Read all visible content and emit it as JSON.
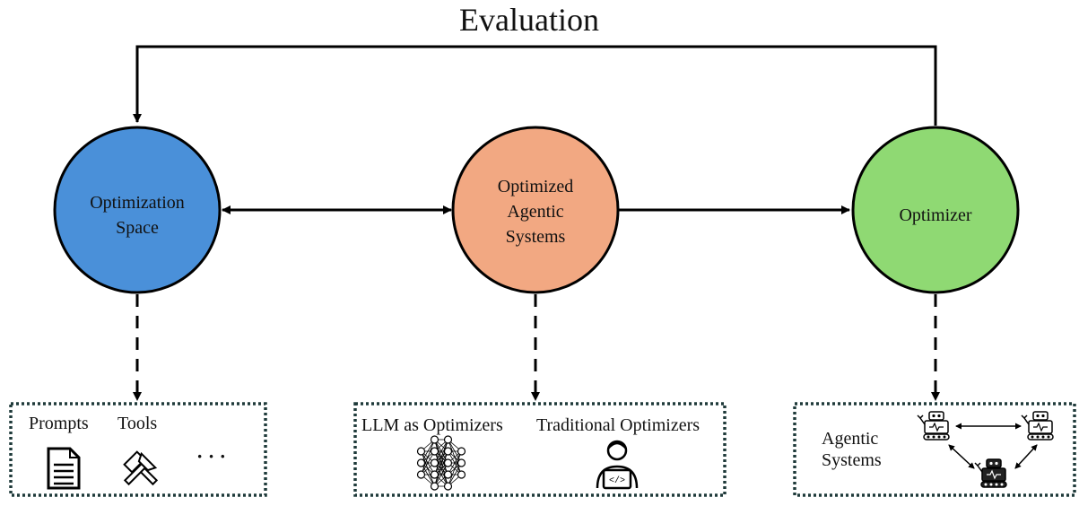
{
  "title": "Evaluation",
  "nodes": {
    "optimization_space": {
      "line1": "Optimization",
      "line2": "Space",
      "color": "#4a90d9"
    },
    "optimized_agentic_systems": {
      "line1": "Optimized",
      "line2": "Agentic",
      "line3": "Systems",
      "color": "#f2a882"
    },
    "optimizer": {
      "line1": "Optimizer",
      "color": "#8fd973"
    }
  },
  "boxes": {
    "space": {
      "items": [
        "Prompts",
        "Tools"
      ],
      "ellipsis": "· · ·",
      "icons": [
        "document-icon",
        "hammer-icon"
      ]
    },
    "systems": {
      "items": [
        "LLM as Optimizers",
        "Traditional Optimizers"
      ],
      "icons": [
        "neural-network-icon",
        "developer-person-icon"
      ]
    },
    "optimizer": {
      "label_line1": "Agentic",
      "label_line2": "Systems",
      "icons": [
        "robot-icon"
      ]
    }
  },
  "colors": {
    "border": "#1f3a3a",
    "stroke": "#000000"
  }
}
